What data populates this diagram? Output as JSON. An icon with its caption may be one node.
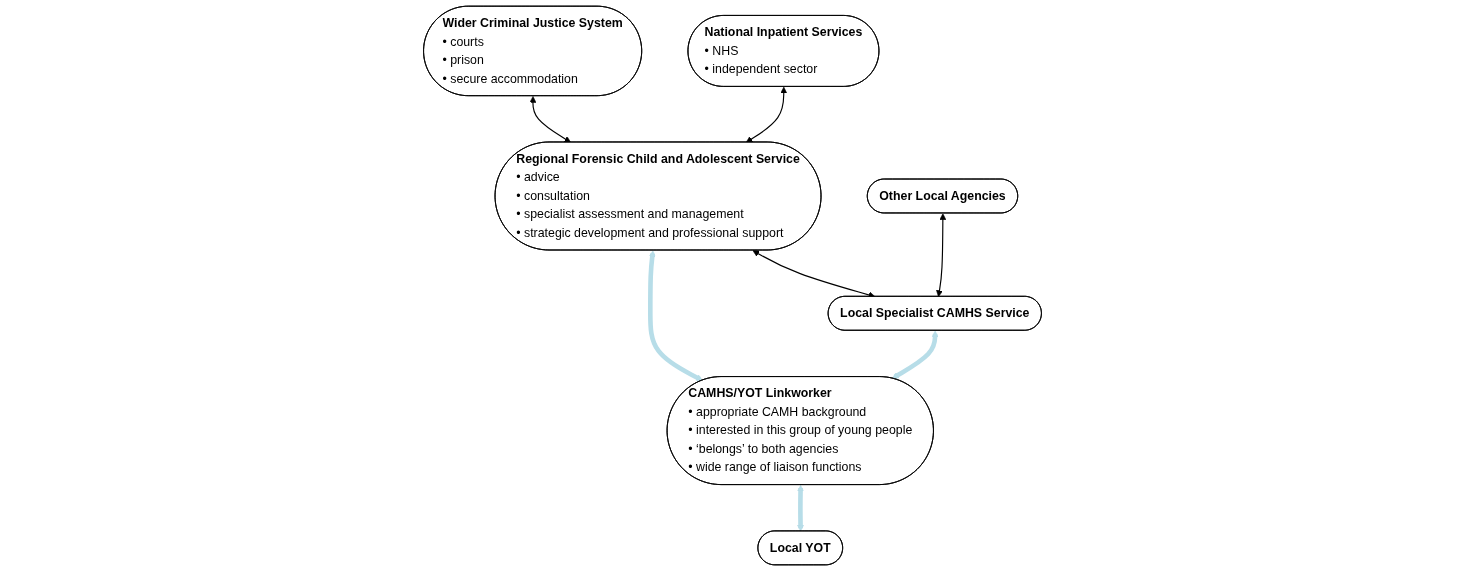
{
  "diagram": {
    "nodes": [
      {
        "text": [
          "Wider Criminal Justice System",
          "• courts",
          "• prison",
          "• secure accommodation"
        ]
      },
      {
        "text": [
          "National Inpatient Services",
          "• NHS",
          "• independent sector"
        ]
      },
      {
        "text": [
          "Regional Forensic Child and Adolescent Service",
          "• advice",
          "• consultation",
          "• specialist assessment and management",
          "• strategic development and professional support"
        ]
      },
      {
        "text": [
          "Other Local Agencies"
        ]
      },
      {
        "text": [
          "Local Specialist CAMHS Service"
        ]
      },
      {
        "text": [
          "CAMHS/YOT Linkworker",
          "• appropriate CAMH background",
          "• interested in this group of young people",
          "• ‘belongs’ to both agencies",
          "• wide range of liaison functions"
        ]
      },
      {
        "text": [
          "Local YOT"
        ]
      }
    ],
    "edges": [
      {
        "from": 0,
        "to": 2,
        "arrow": "both"
      },
      {
        "from": 1,
        "to": 2,
        "arrow": "both"
      },
      {
        "from": 2,
        "to": 5,
        "arrow": "both",
        "style": "thick",
        "color": "#b7dde8"
      },
      {
        "from": 2,
        "to": 4,
        "arrow": "both"
      },
      {
        "from": 3,
        "to": 4,
        "arrow": "both"
      },
      {
        "from": 4,
        "to": 5,
        "arrow": "both",
        "style": "thick",
        "color": "#b7dde8"
      },
      {
        "from": 5,
        "to": 6,
        "arrow": "both",
        "style": "thick",
        "color": "#b7dde8"
      }
    ]
  }
}
